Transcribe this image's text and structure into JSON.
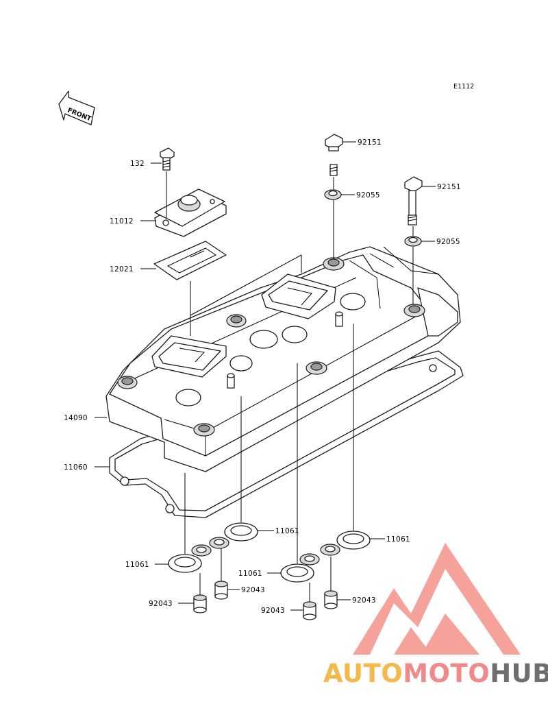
{
  "diagram_code": "E1112",
  "front_label": "FRONT",
  "parts": [
    {
      "id": "132"
    },
    {
      "id": "11012"
    },
    {
      "id": "12021"
    },
    {
      "id": "14090"
    },
    {
      "id": "11060"
    },
    {
      "id": "92151"
    },
    {
      "id": "92055"
    },
    {
      "id": "11061"
    },
    {
      "id": "92043"
    }
  ],
  "watermark": {
    "text_part1": "AUTO",
    "text_part2": "MOTO",
    "text_part3": "HUB",
    "color1": "#f5b84a",
    "color2": "#f08a8a",
    "color3": "#6e6e6e",
    "logo_color": "#f28b82"
  }
}
